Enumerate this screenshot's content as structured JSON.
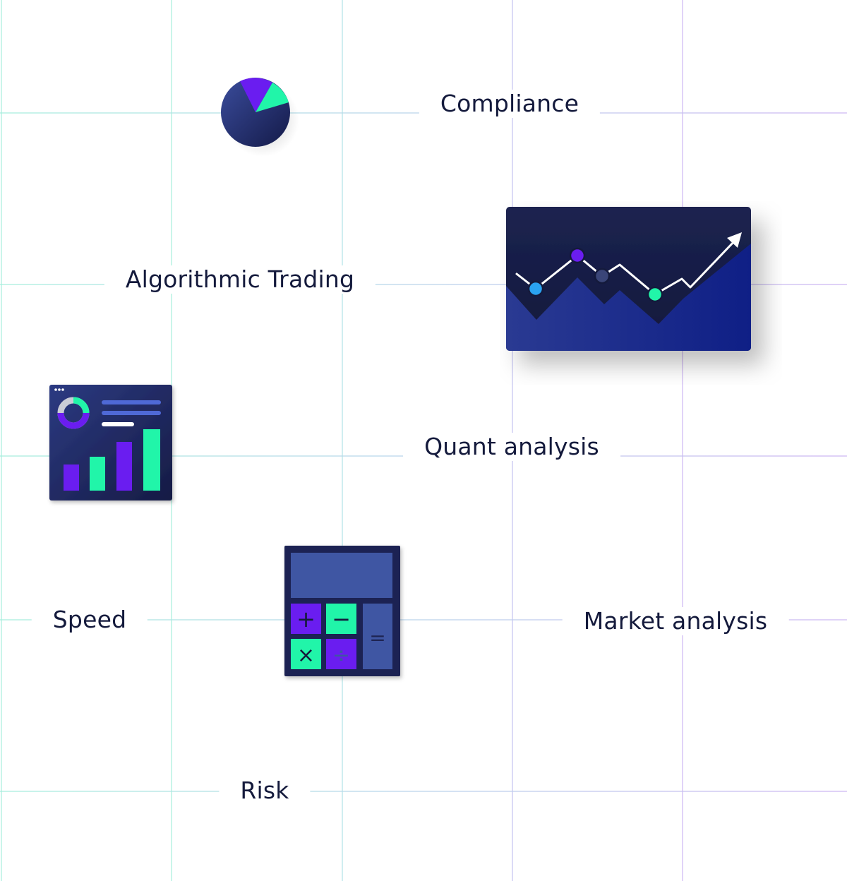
{
  "labels": {
    "compliance": "Compliance",
    "algorithmic_trading": "Algorithmic Trading",
    "quant_analysis": "Quant analysis",
    "speed": "Speed",
    "market_analysis": "Market analysis",
    "risk": "Risk"
  },
  "calculator": {
    "plus": "+",
    "minus": "−",
    "times": "×",
    "divide": "÷",
    "equals": "="
  },
  "colors": {
    "grid_teal": "#a6eedd",
    "grid_purple": "#cdb6f2",
    "text": "#141a3c",
    "navy": "#1e2452",
    "accent_green": "#21f5a9",
    "accent_purple": "#6a1df0",
    "accent_blue": "#2aa3f2",
    "slate": "#3f56a3"
  }
}
